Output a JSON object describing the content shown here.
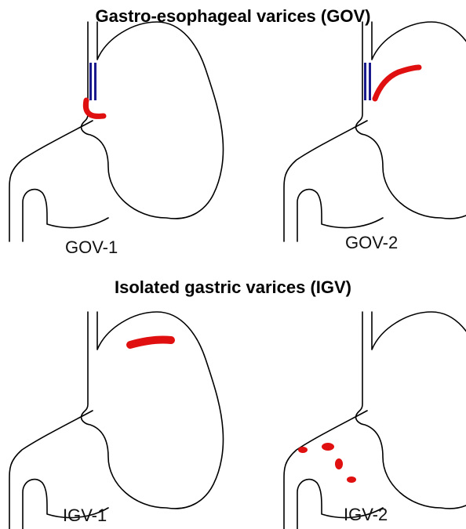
{
  "headings": {
    "gov": "Gastro-esophageal varices (GOV)",
    "igv": "Isolated gastric varices (IGV)"
  },
  "panels": [
    {
      "id": "gov1",
      "label": "GOV-1"
    },
    {
      "id": "gov2",
      "label": "GOV-2"
    },
    {
      "id": "igv1",
      "label": "IGV-1"
    },
    {
      "id": "igv2",
      "label": "IGV-2"
    }
  ],
  "colors": {
    "varix": "#e01010",
    "esophageal_varix": "#1a1a8c",
    "outline": "#000000",
    "background": "#ffffff"
  }
}
